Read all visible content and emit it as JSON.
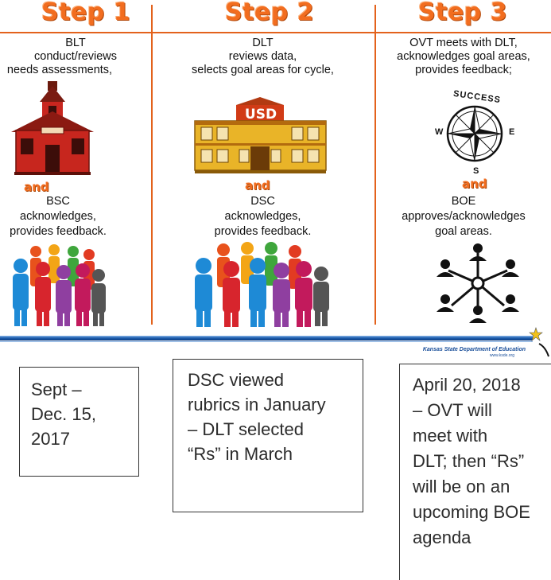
{
  "steps": [
    {
      "title": "Step 1",
      "top_lines": [
        "BLT",
        "conduct/reviews",
        "needs assessments,"
      ],
      "and_label": "and",
      "bottom_lines": [
        "BSC",
        "acknowledges,",
        "provides feedback."
      ],
      "icons": [
        "schoolhouse-icon",
        "people-group-icon"
      ]
    },
    {
      "title": "Step 2",
      "top_lines": [
        "DLT",
        "reviews data,",
        "selects goal areas for cycle,"
      ],
      "and_label": "and",
      "bottom_lines": [
        "DSC",
        "acknowledges,",
        "provides feedback."
      ],
      "building_sign": "USD",
      "icons": [
        "district-building-icon",
        "people-group-icon"
      ]
    },
    {
      "title": "Step 3",
      "top_lines": [
        "OVT meets with DLT,",
        "acknowledges goal areas,",
        "provides feedback;"
      ],
      "and_label": "and",
      "bottom_lines": [
        "BOE",
        "approves/acknowledges",
        "goal areas."
      ],
      "compass": {
        "label": "SUCCESS",
        "w": "W",
        "e": "E",
        "s": "S"
      },
      "icons": [
        "compass-icon",
        "network-people-icon"
      ]
    }
  ],
  "footer_logo": {
    "name": "Kansas State Department of Education",
    "url_text": "www.ksde.org"
  },
  "timeline_boxes": [
    {
      "lines": [
        "Sept –",
        "Dec. 15,",
        "2017"
      ]
    },
    {
      "lines": [
        "DSC viewed",
        "rubrics in January",
        "– DLT selected",
        "“Rs” in March"
      ]
    },
    {
      "lines": [
        "April 20, 2018",
        "– OVT will",
        "meet with",
        "DLT; then “Rs”",
        "will be on an",
        "upcoming BOE",
        "agenda"
      ]
    }
  ],
  "colors": {
    "accent_orange": "#f26d1f",
    "rule_blue": "#1f5fb0"
  }
}
